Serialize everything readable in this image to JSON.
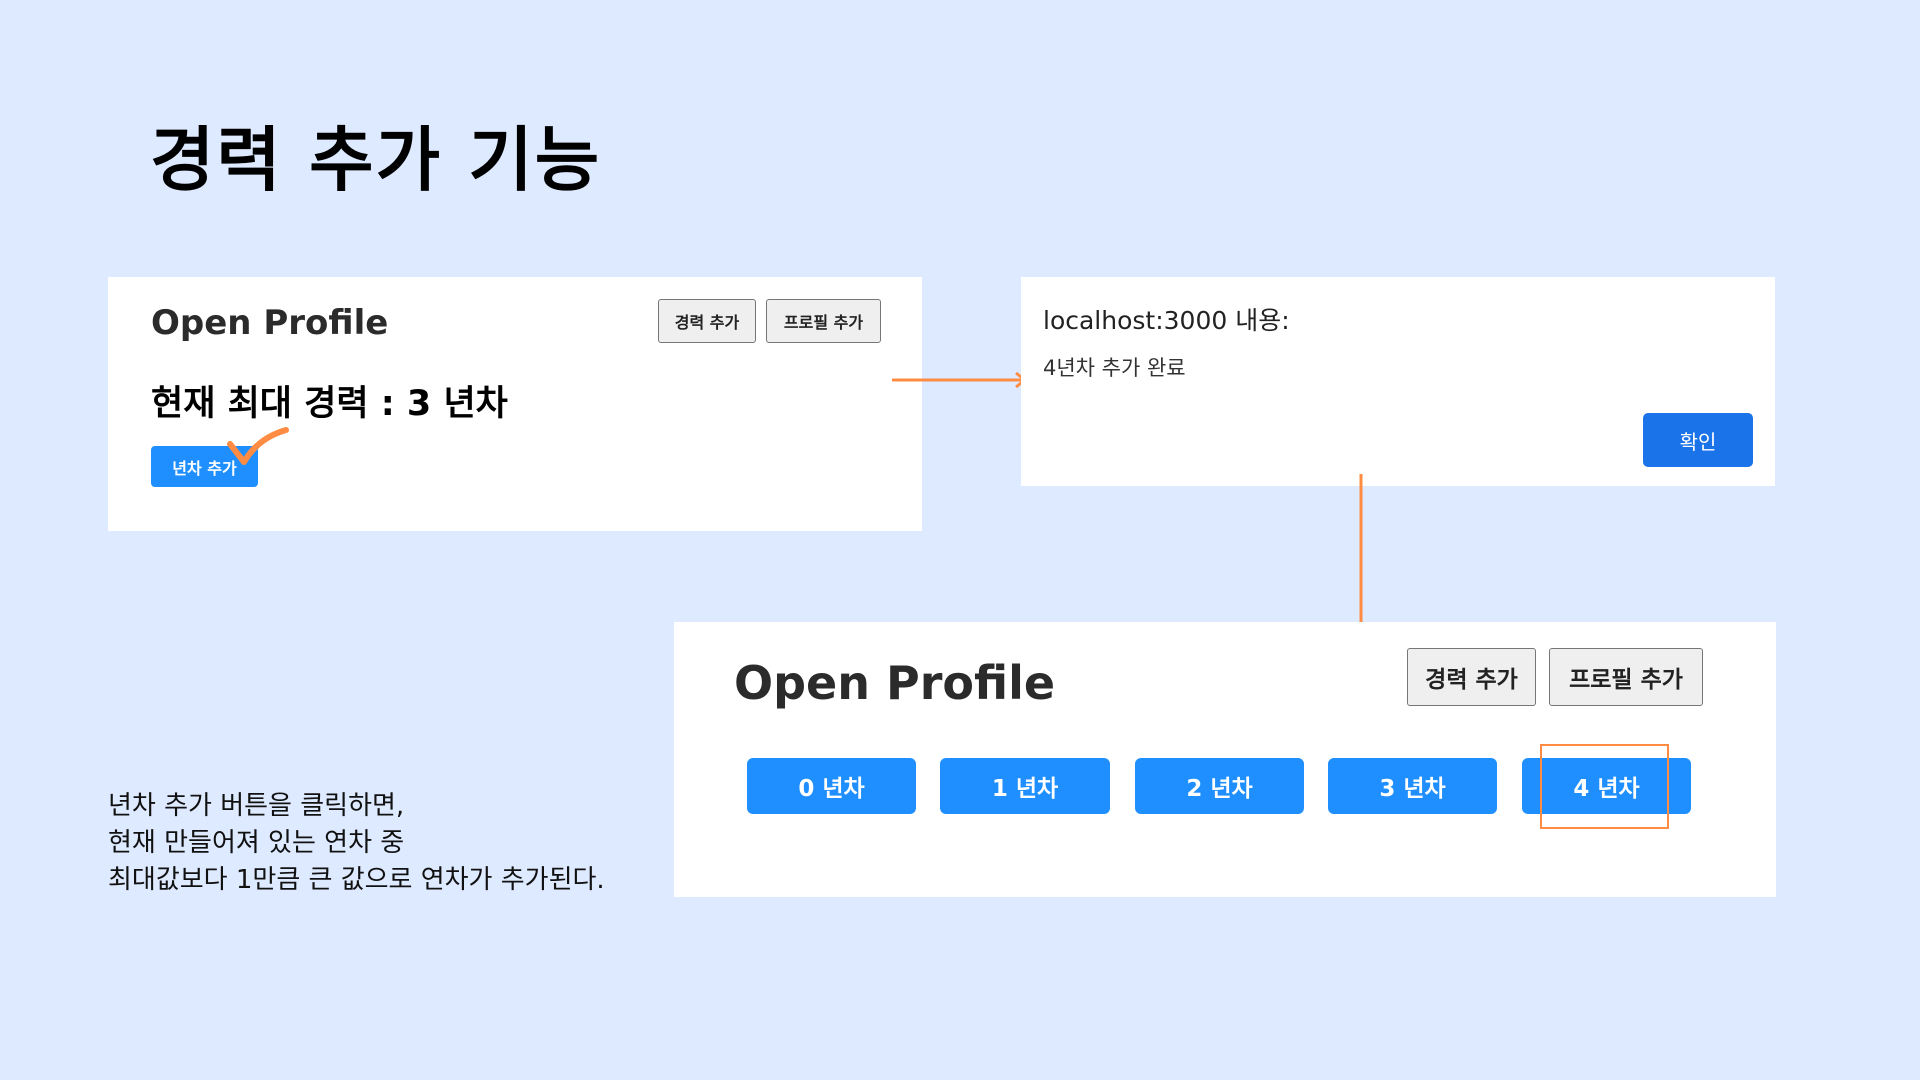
{
  "slide": {
    "title": "경력 추가 기능",
    "description": [
      "년차 추가 버튼을 클릭하면,",
      "현재 만들어져 있는 연차 중",
      "최대값보다 1만큼 큰 값으로 연차가 추가된다."
    ],
    "background": "#deeaff",
    "annotation_color": "#ff8c42"
  },
  "panel_before": {
    "app_title": "Open Profile",
    "buttons": {
      "add_career": "경력 추가",
      "add_profile": "프로필 추가"
    },
    "current_max_career": "현재 최대 경력 : 3 년차",
    "add_year_button": "년차 추가"
  },
  "alert_dialog": {
    "origin": "localhost:3000 내용:",
    "message": "4년차 추가 완료",
    "confirm_label": "확인"
  },
  "panel_after": {
    "app_title": "Open Profile",
    "buttons": {
      "add_career": "경력 추가",
      "add_profile": "프로필 추가"
    },
    "year_buttons": [
      "0 년차",
      "1 년차",
      "2 년차",
      "3 년차",
      "4 년차"
    ],
    "highlighted_index": 4
  }
}
